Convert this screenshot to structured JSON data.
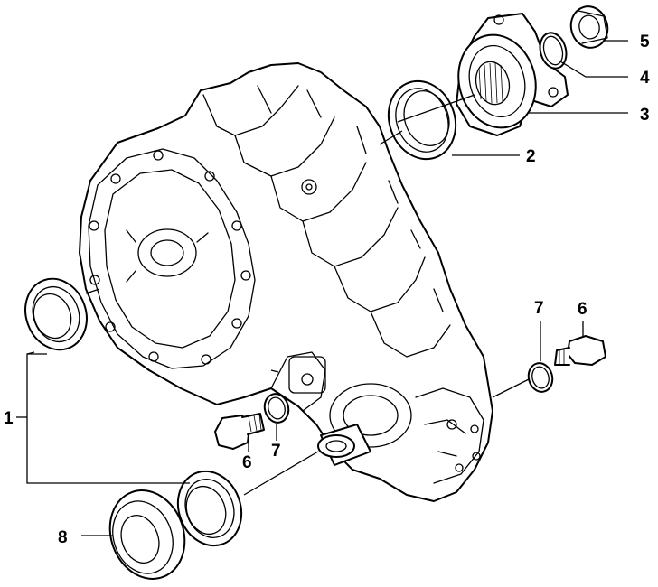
{
  "callouts": {
    "c1": "1",
    "c2": "2",
    "c3": "3",
    "c4": "4",
    "c5": "5",
    "c6_left": "6",
    "c6_right": "6",
    "c7_left": "7",
    "c7_right": "7",
    "c8": "8"
  },
  "colors": {
    "line": "#000000",
    "background": "#ffffff"
  }
}
